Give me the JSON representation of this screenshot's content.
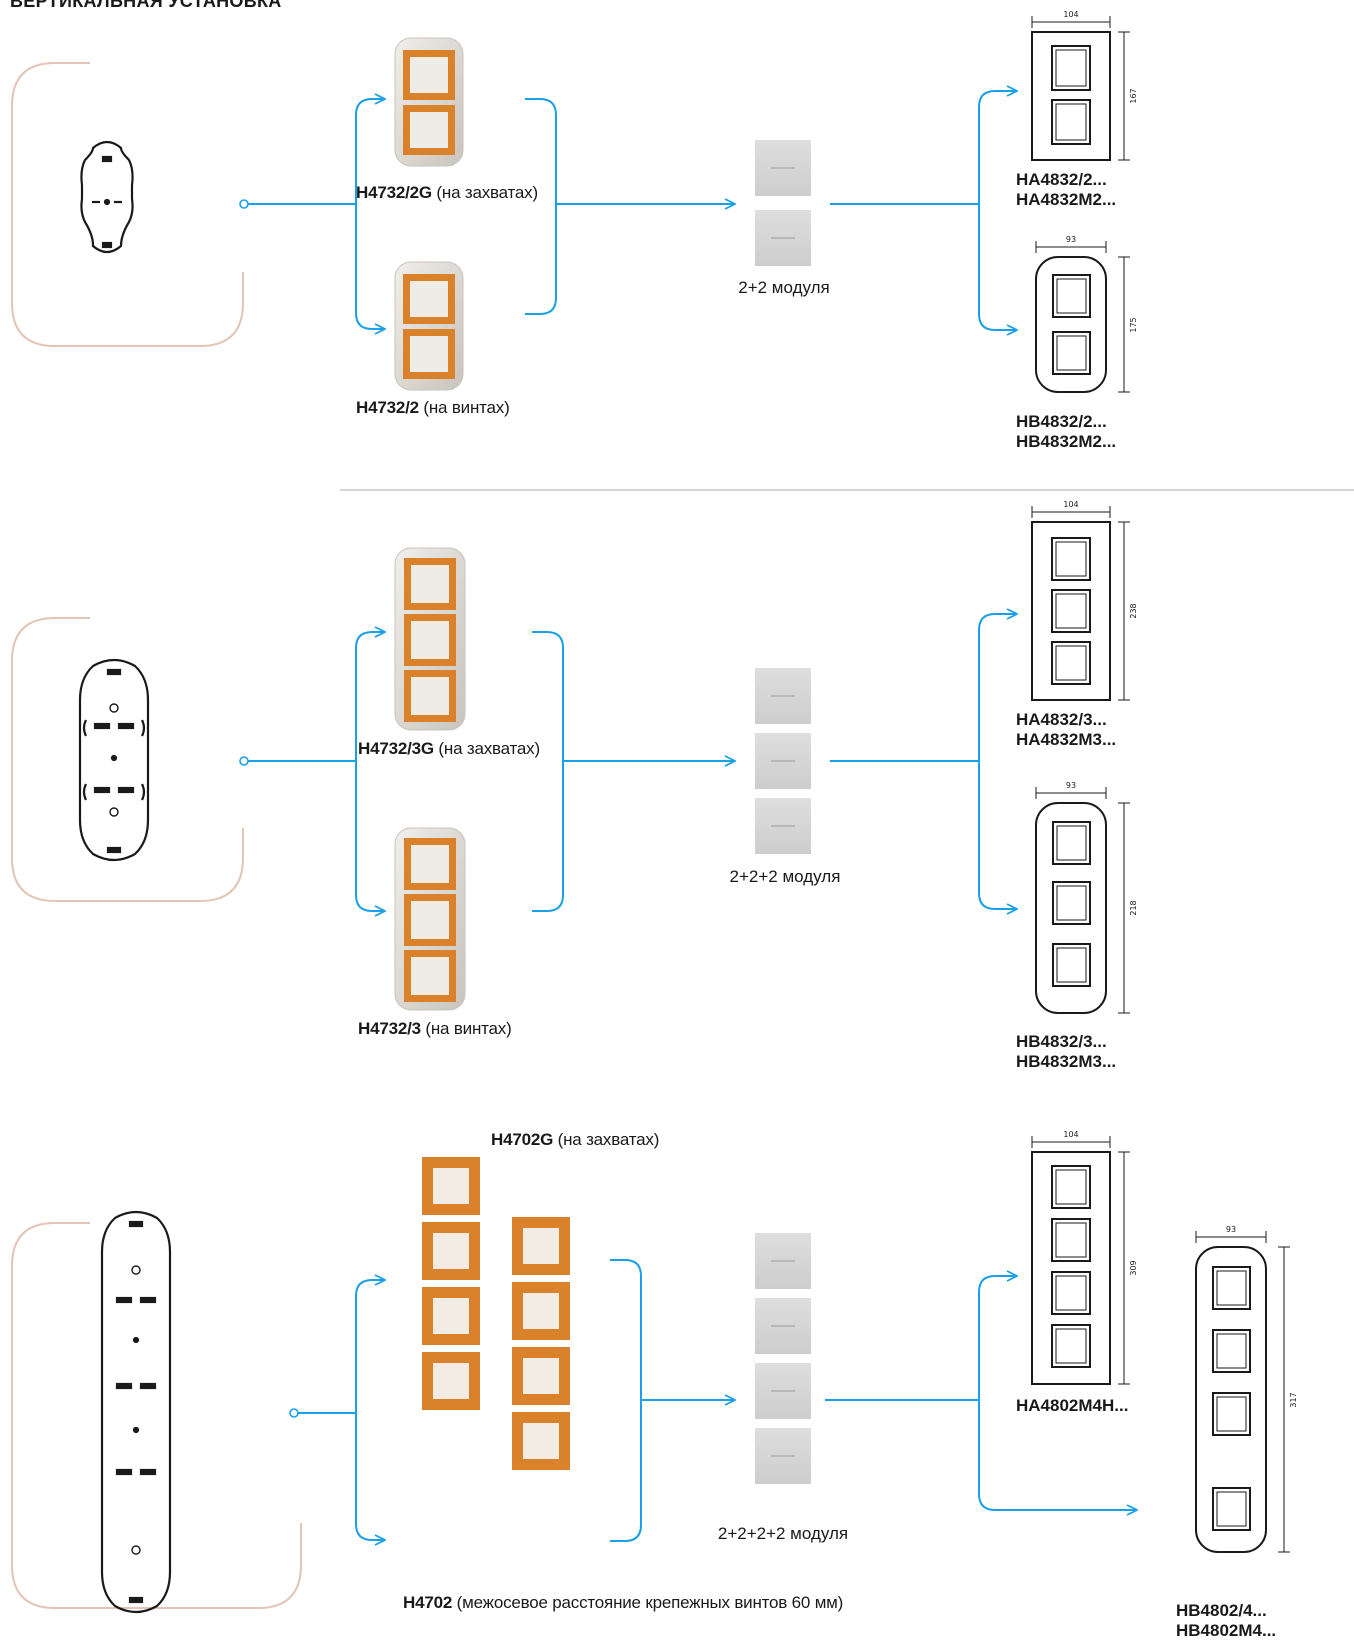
{
  "header": {
    "title": "ВЕРТИКАЛЬНАЯ УСТАНОВКА"
  },
  "colors": {
    "flow": "#1aa0e6",
    "bracket": "#e2c5b6",
    "divider": "#c9c9c9",
    "support": "#d9822b",
    "module": "#d3d3d3"
  },
  "sections": [
    {
      "supports": [
        {
          "code": "H4732/2G",
          "note": " (на захватах)"
        },
        {
          "code": "H4732/2",
          "note": " (на винтах)"
        }
      ],
      "modules_label": "2+2 модуля",
      "frames": [
        {
          "codes": [
            "HA4832/2...",
            "HA4832M2..."
          ],
          "width": "104",
          "height": "167"
        },
        {
          "codes": [
            "HB4832/2...",
            "HB4832M2..."
          ],
          "width": "93",
          "height": "175"
        }
      ]
    },
    {
      "supports": [
        {
          "code": "H4732/3G",
          "note": " (на захватах)"
        },
        {
          "code": "H4732/3",
          "note": " (на винтах)"
        }
      ],
      "modules_label": "2+2+2 модуля",
      "frames": [
        {
          "codes": [
            "HA4832/3...",
            "HA4832M3..."
          ],
          "width": "104",
          "height": "238"
        },
        {
          "codes": [
            "HB4832/3...",
            "HB4832M3..."
          ],
          "width": "93",
          "height": "218"
        }
      ]
    },
    {
      "supports": [
        {
          "code": "H4702G",
          "note": " (на захватах)"
        },
        {
          "code": "H4702",
          "note": " (межосевое расстояние крепежных винтов 60 мм)"
        }
      ],
      "modules_label": "2+2+2+2 модуля",
      "frames": [
        {
          "codes": [
            "HA4802M4H..."
          ],
          "width": "104",
          "height": "309"
        },
        {
          "codes": [
            "HB4802/4...",
            "HB4802M4..."
          ],
          "width": "93",
          "height": "317"
        }
      ]
    }
  ]
}
